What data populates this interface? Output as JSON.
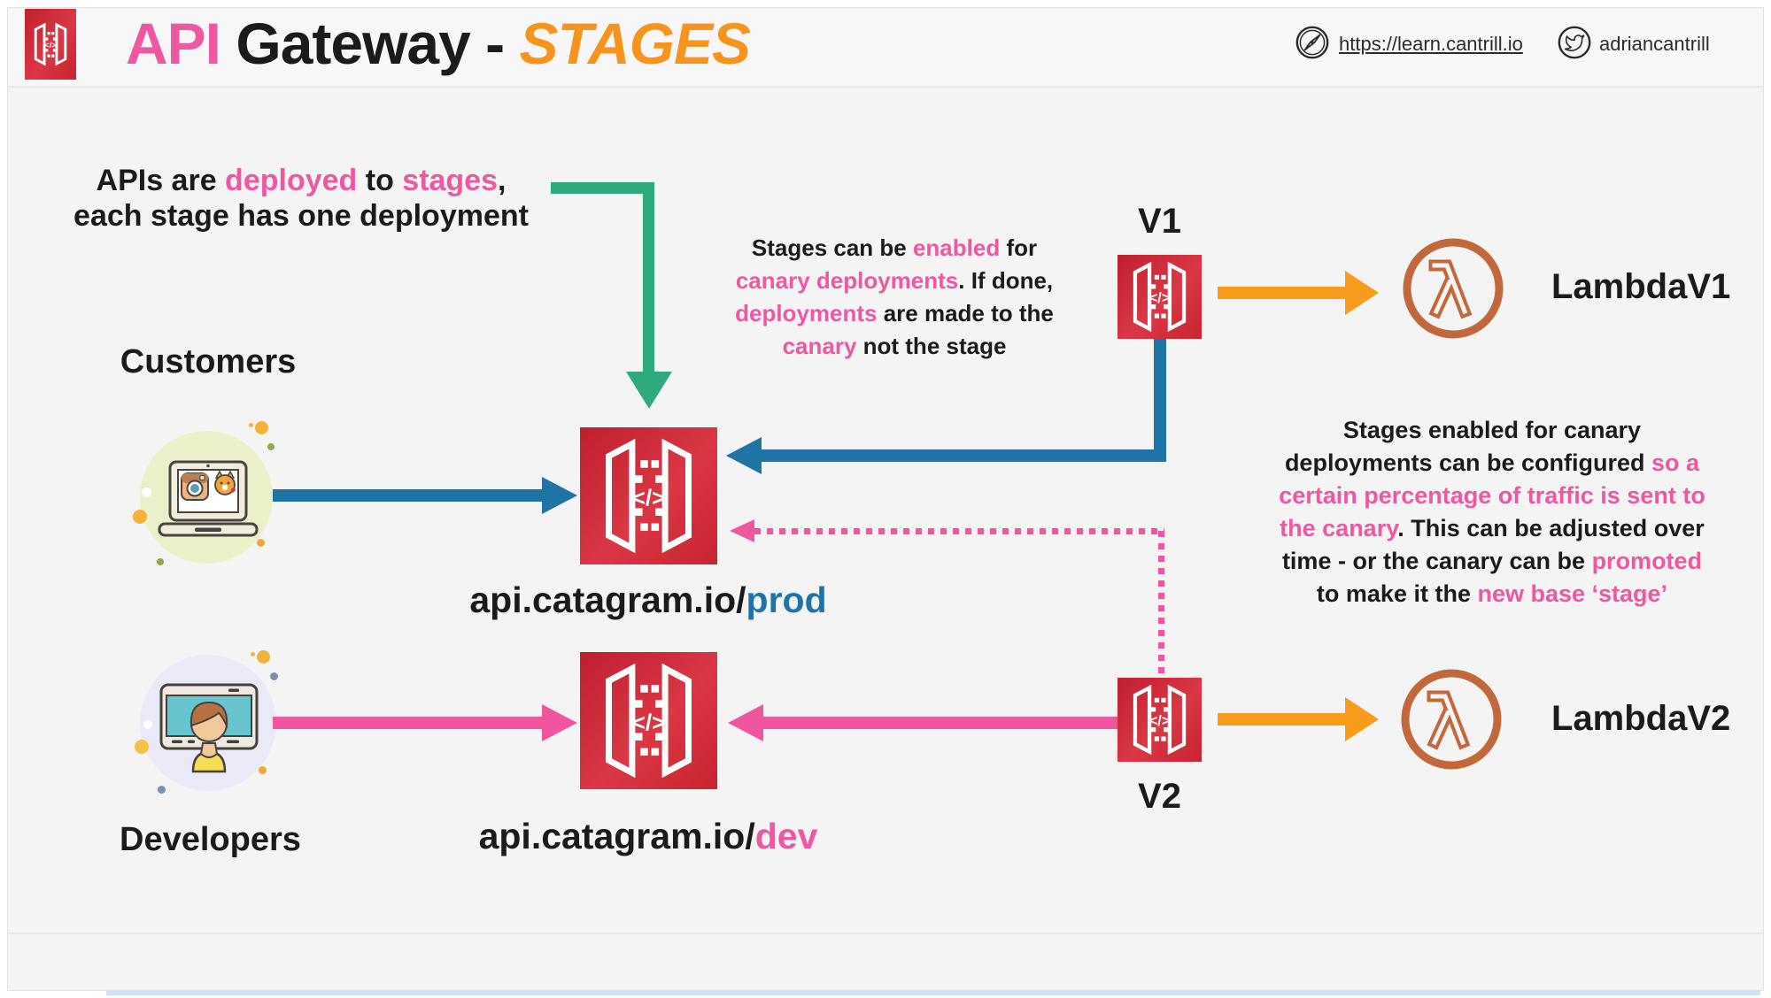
{
  "header": {
    "product": "API",
    "title_rest": " Gateway - ",
    "topic": "STAGES",
    "site_link": "https://learn.cantrill.io",
    "twitter_handle": "adriancantrill"
  },
  "colors": {
    "pink": "#EE58A3",
    "pink_arrow": "#F0569F",
    "blue": "#1E74A5",
    "blue_text": "#1E73A8",
    "teal": "#2FAA7D",
    "orange": "#F99C1C",
    "gateway_red": "#C9202F",
    "lambda_orange": "#C2693C"
  },
  "icons": {
    "logo": "api-gateway-icon",
    "link": "compass-icon",
    "social": "twitter-icon",
    "function": "lambda-icon"
  },
  "gateway_glyph": "</>",
  "actors": {
    "customers": "Customers",
    "developers": "Developers"
  },
  "versions": {
    "v1": "V1",
    "v2": "V2"
  },
  "lambdas": {
    "v1": "LambdaV1",
    "v2": "LambdaV2"
  },
  "endpoints": {
    "prod": {
      "host": "api.catagram.io/",
      "stage": "prod"
    },
    "dev": {
      "host": "api.catagram.io/",
      "stage": "dev"
    }
  },
  "notes": {
    "deployment": {
      "lines": [
        [
          {
            "t": "APIs are "
          },
          {
            "t": "deployed",
            "c": "pink"
          },
          {
            "t": " to "
          },
          {
            "t": "stages",
            "c": "pink"
          },
          {
            "t": ","
          }
        ],
        [
          {
            "t": "each stage has one deployment"
          }
        ]
      ]
    },
    "canary": {
      "lines": [
        [
          {
            "t": "Stages can be "
          },
          {
            "t": "enabled",
            "c": "pink"
          },
          {
            "t": " for"
          }
        ],
        [
          {
            "t": "canary deployments",
            "c": "pink"
          },
          {
            "t": ". If done,"
          }
        ],
        [
          {
            "t": "deployments",
            "c": "pink"
          },
          {
            "t": " are made to the"
          }
        ],
        [
          {
            "t": "canary",
            "c": "pink"
          },
          {
            "t": " not the stage"
          }
        ]
      ]
    },
    "canary_config": {
      "lines": [
        [
          {
            "t": "Stages enabled for canary"
          }
        ],
        [
          {
            "t": "deployments can be configured "
          },
          {
            "t": "so a",
            "c": "pink"
          }
        ],
        [
          {
            "t": "certain percentage of traffic is sent to",
            "c": "pink"
          }
        ],
        [
          {
            "t": "the canary",
            "c": "pink"
          },
          {
            "t": ". This can be adjusted over"
          }
        ],
        [
          {
            "t": "time - or the canary can be "
          },
          {
            "t": "promoted",
            "c": "pink"
          }
        ],
        [
          {
            "t": "to make it the "
          },
          {
            "t": "new base ‘stage’",
            "c": "pink"
          }
        ]
      ]
    }
  }
}
